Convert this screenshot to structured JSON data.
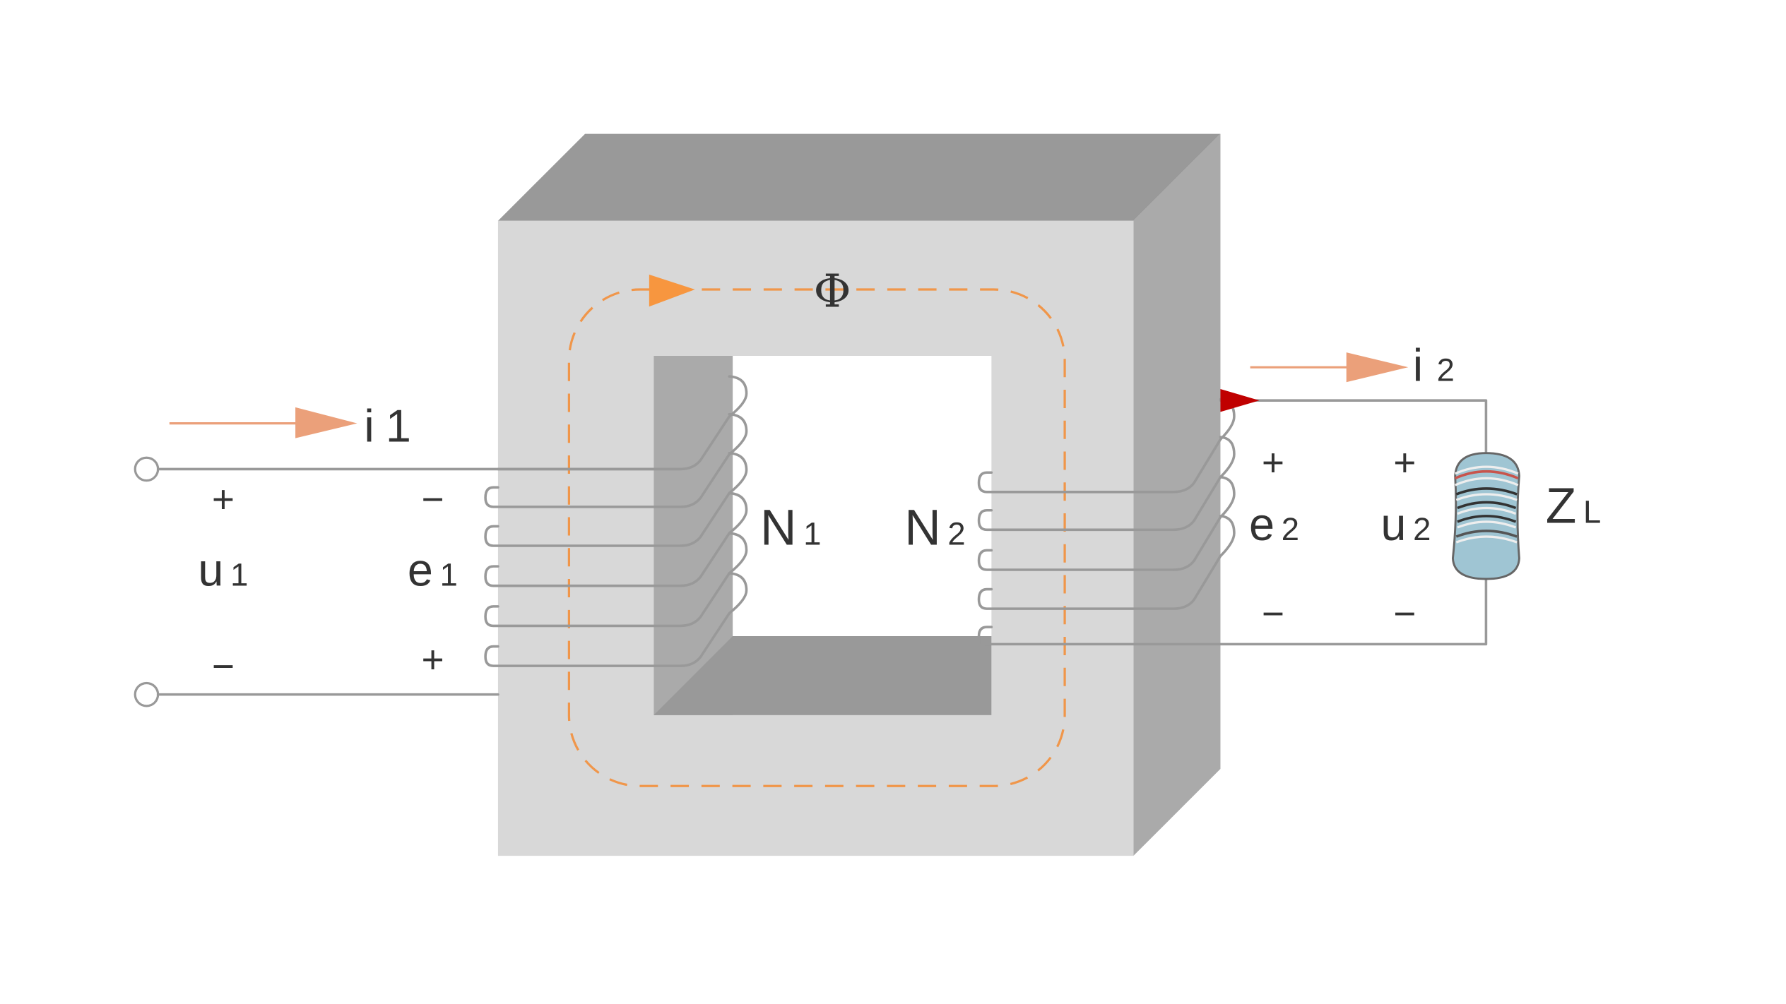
{
  "title": "Transformer with load",
  "labels": {
    "flux": "Φ",
    "i1_main": "i",
    "i1_sub": "1",
    "i2_main": "i",
    "i2_sub": "2",
    "u1_main": "u",
    "u1_sub": "1",
    "e1_main": "e",
    "e1_sub": "1",
    "n1_main": "N",
    "n1_sub": "1",
    "n2_main": "N",
    "n2_sub": "2",
    "e2_main": "e",
    "e2_sub": "2",
    "u2_main": "u",
    "u2_sub": "2",
    "zl_main": "Z",
    "zl_sub": "L",
    "u1_plus": "+",
    "u1_minus": "−",
    "e1_minus": "−",
    "e1_plus": "+",
    "e2_plus": "+",
    "e2_minus": "−",
    "u2_plus": "+",
    "u2_minus": "−"
  },
  "colors": {
    "core_front": "#d8d8d8",
    "core_top": "#999999",
    "core_side": "#aaaaaa",
    "flux": "#f0964a",
    "current_arrow": "#eba07a",
    "output_arrow": "#c00000",
    "load": "#9fc5d3",
    "wire": "#999999"
  }
}
